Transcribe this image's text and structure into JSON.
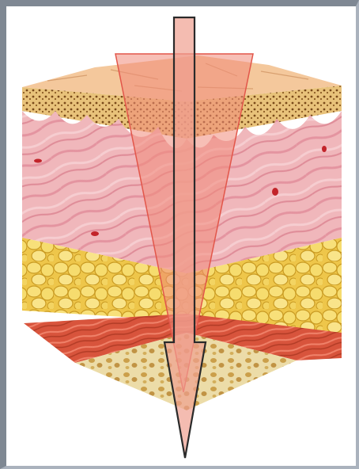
{
  "figure": {
    "subject": "skin-layers-cross-section",
    "layers": [
      "epidermis",
      "dermis",
      "subcutaneous-fat",
      "muscle",
      "bone"
    ],
    "overlay": "penetration-depth-wedge-and-arrow",
    "colors": {
      "wedge": "#f08a7a",
      "arrow": "#f0a090",
      "arrow_outline": "#2a2a2a",
      "frame": "#7f8893",
      "dermis": "#f0b9bd",
      "fat": "#f4d86a",
      "muscle": "#d8503a",
      "bone": "#e9d9a6"
    }
  }
}
